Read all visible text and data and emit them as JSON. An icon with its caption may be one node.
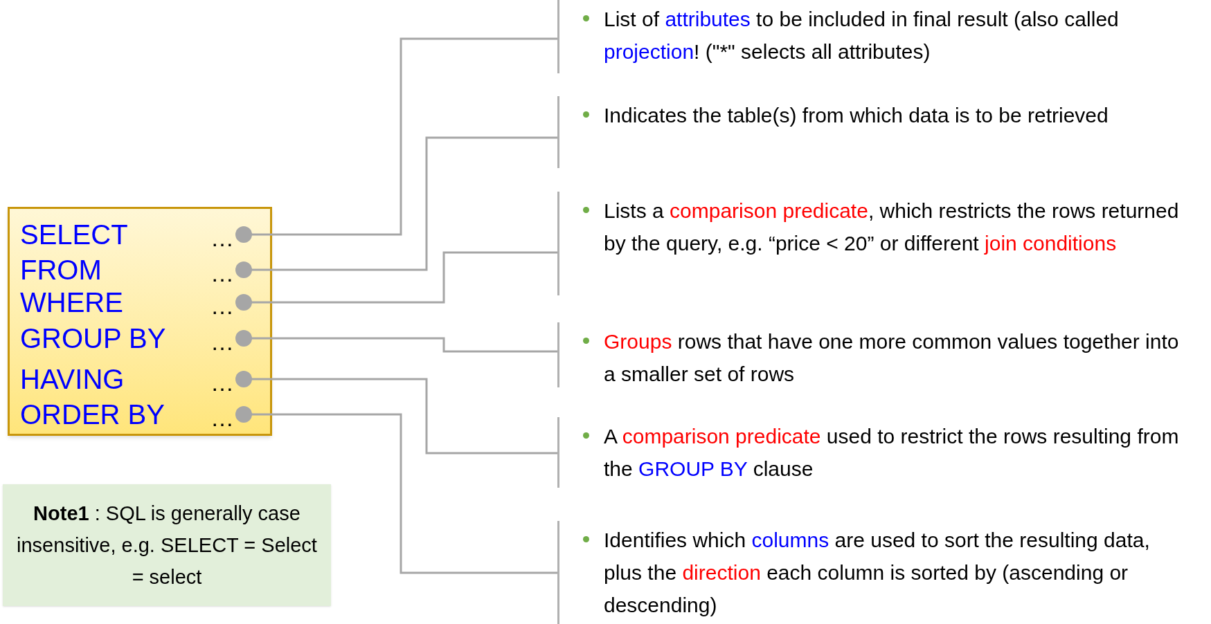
{
  "diagram": {
    "nodes": [
      {
        "text": [],
        "shape": "box"
      },
      {
        "text": [
          "SELECT",
          "…"
        ],
        "in": 0
      },
      {
        "text": [
          "FROM",
          "…"
        ],
        "in": 0
      },
      {
        "text": [
          "WHERE",
          "…"
        ],
        "in": 0
      },
      {
        "text": [
          "GROUP BY",
          "…"
        ],
        "in": 0
      },
      {
        "text": [
          "HAVING",
          "…"
        ],
        "in": 0
      },
      {
        "text": [
          "ORDER BY",
          "…"
        ],
        "in": 0
      },
      {
        "text": [
          "List of *attributes* to be included in final result (also called *projection*! (\"*\" selects all attributes)"
        ]
      },
      {
        "text": [
          "Indicates the table(s) from which data is to be retrieved"
        ]
      },
      {
        "text": [
          "Lists a **comparison predicate**, which restricts the rows returned by the query, e.g. “price < 20” or different **join conditions**"
        ]
      },
      {
        "text": [
          "**Groups** rows that have one more common values together into a smaller set of rows"
        ]
      },
      {
        "text": [
          "A **comparison predicate** used to restrict the rows resulting from the *GROUP BY* clause"
        ]
      },
      {
        "text": [
          "Identifies which *columns* are used to sort the resulting data, plus the **direction** each column is sorted by (ascending or descending)"
        ]
      },
      {
        "text": [
          "**Note1** : SQL is generally case insensitive, e.g. SELECT = Select = select"
        ]
      }
    ],
    "edges": [
      {
        "from": 1,
        "to": 7,
        "arrow": "other"
      },
      {
        "from": 2,
        "to": 8,
        "arrow": "other"
      },
      {
        "from": 3,
        "to": 9,
        "arrow": "other"
      },
      {
        "from": 4,
        "to": 10,
        "arrow": "other"
      },
      {
        "from": 5,
        "to": 11,
        "arrow": "other"
      },
      {
        "from": 6,
        "to": 12,
        "arrow": "other"
      }
    ]
  }
}
